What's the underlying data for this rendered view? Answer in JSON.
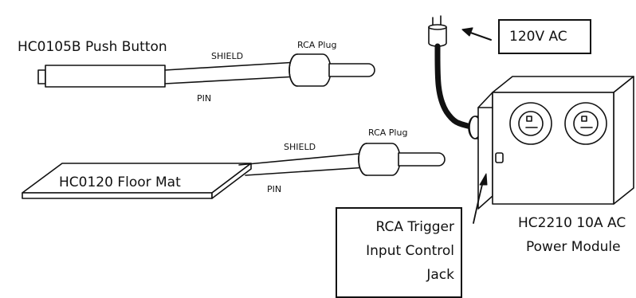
{
  "push_button": {
    "title": "HC0105B Push Button",
    "shield_label": "SHIELD",
    "pin_label": "PIN",
    "plug_label": "RCA Plug"
  },
  "floor_mat": {
    "title": "HC0120 Floor Mat",
    "shield_label": "SHIELD",
    "pin_label": "PIN",
    "plug_label": "RCA Plug"
  },
  "power_source": {
    "label": "120V AC"
  },
  "jack_callout": {
    "lines": [
      "RCA Trigger",
      "Input Control",
      "Jack"
    ]
  },
  "power_module": {
    "lines": [
      "HC2210 10A AC",
      "Power Module"
    ]
  }
}
